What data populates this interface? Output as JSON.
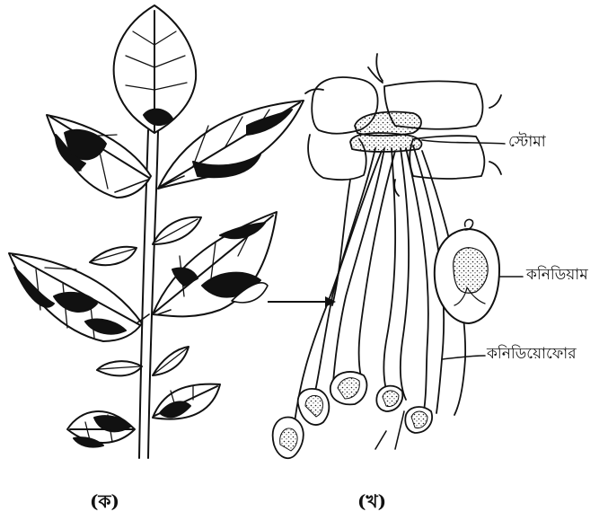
{
  "figure": {
    "captions": {
      "part_a": "(ক)",
      "part_b": "(খ)"
    },
    "labels": {
      "stoma": "স্টোমা",
      "conidium": "কনিডিয়াম",
      "conidiophore": "কনিডিয়োফোর"
    }
  }
}
